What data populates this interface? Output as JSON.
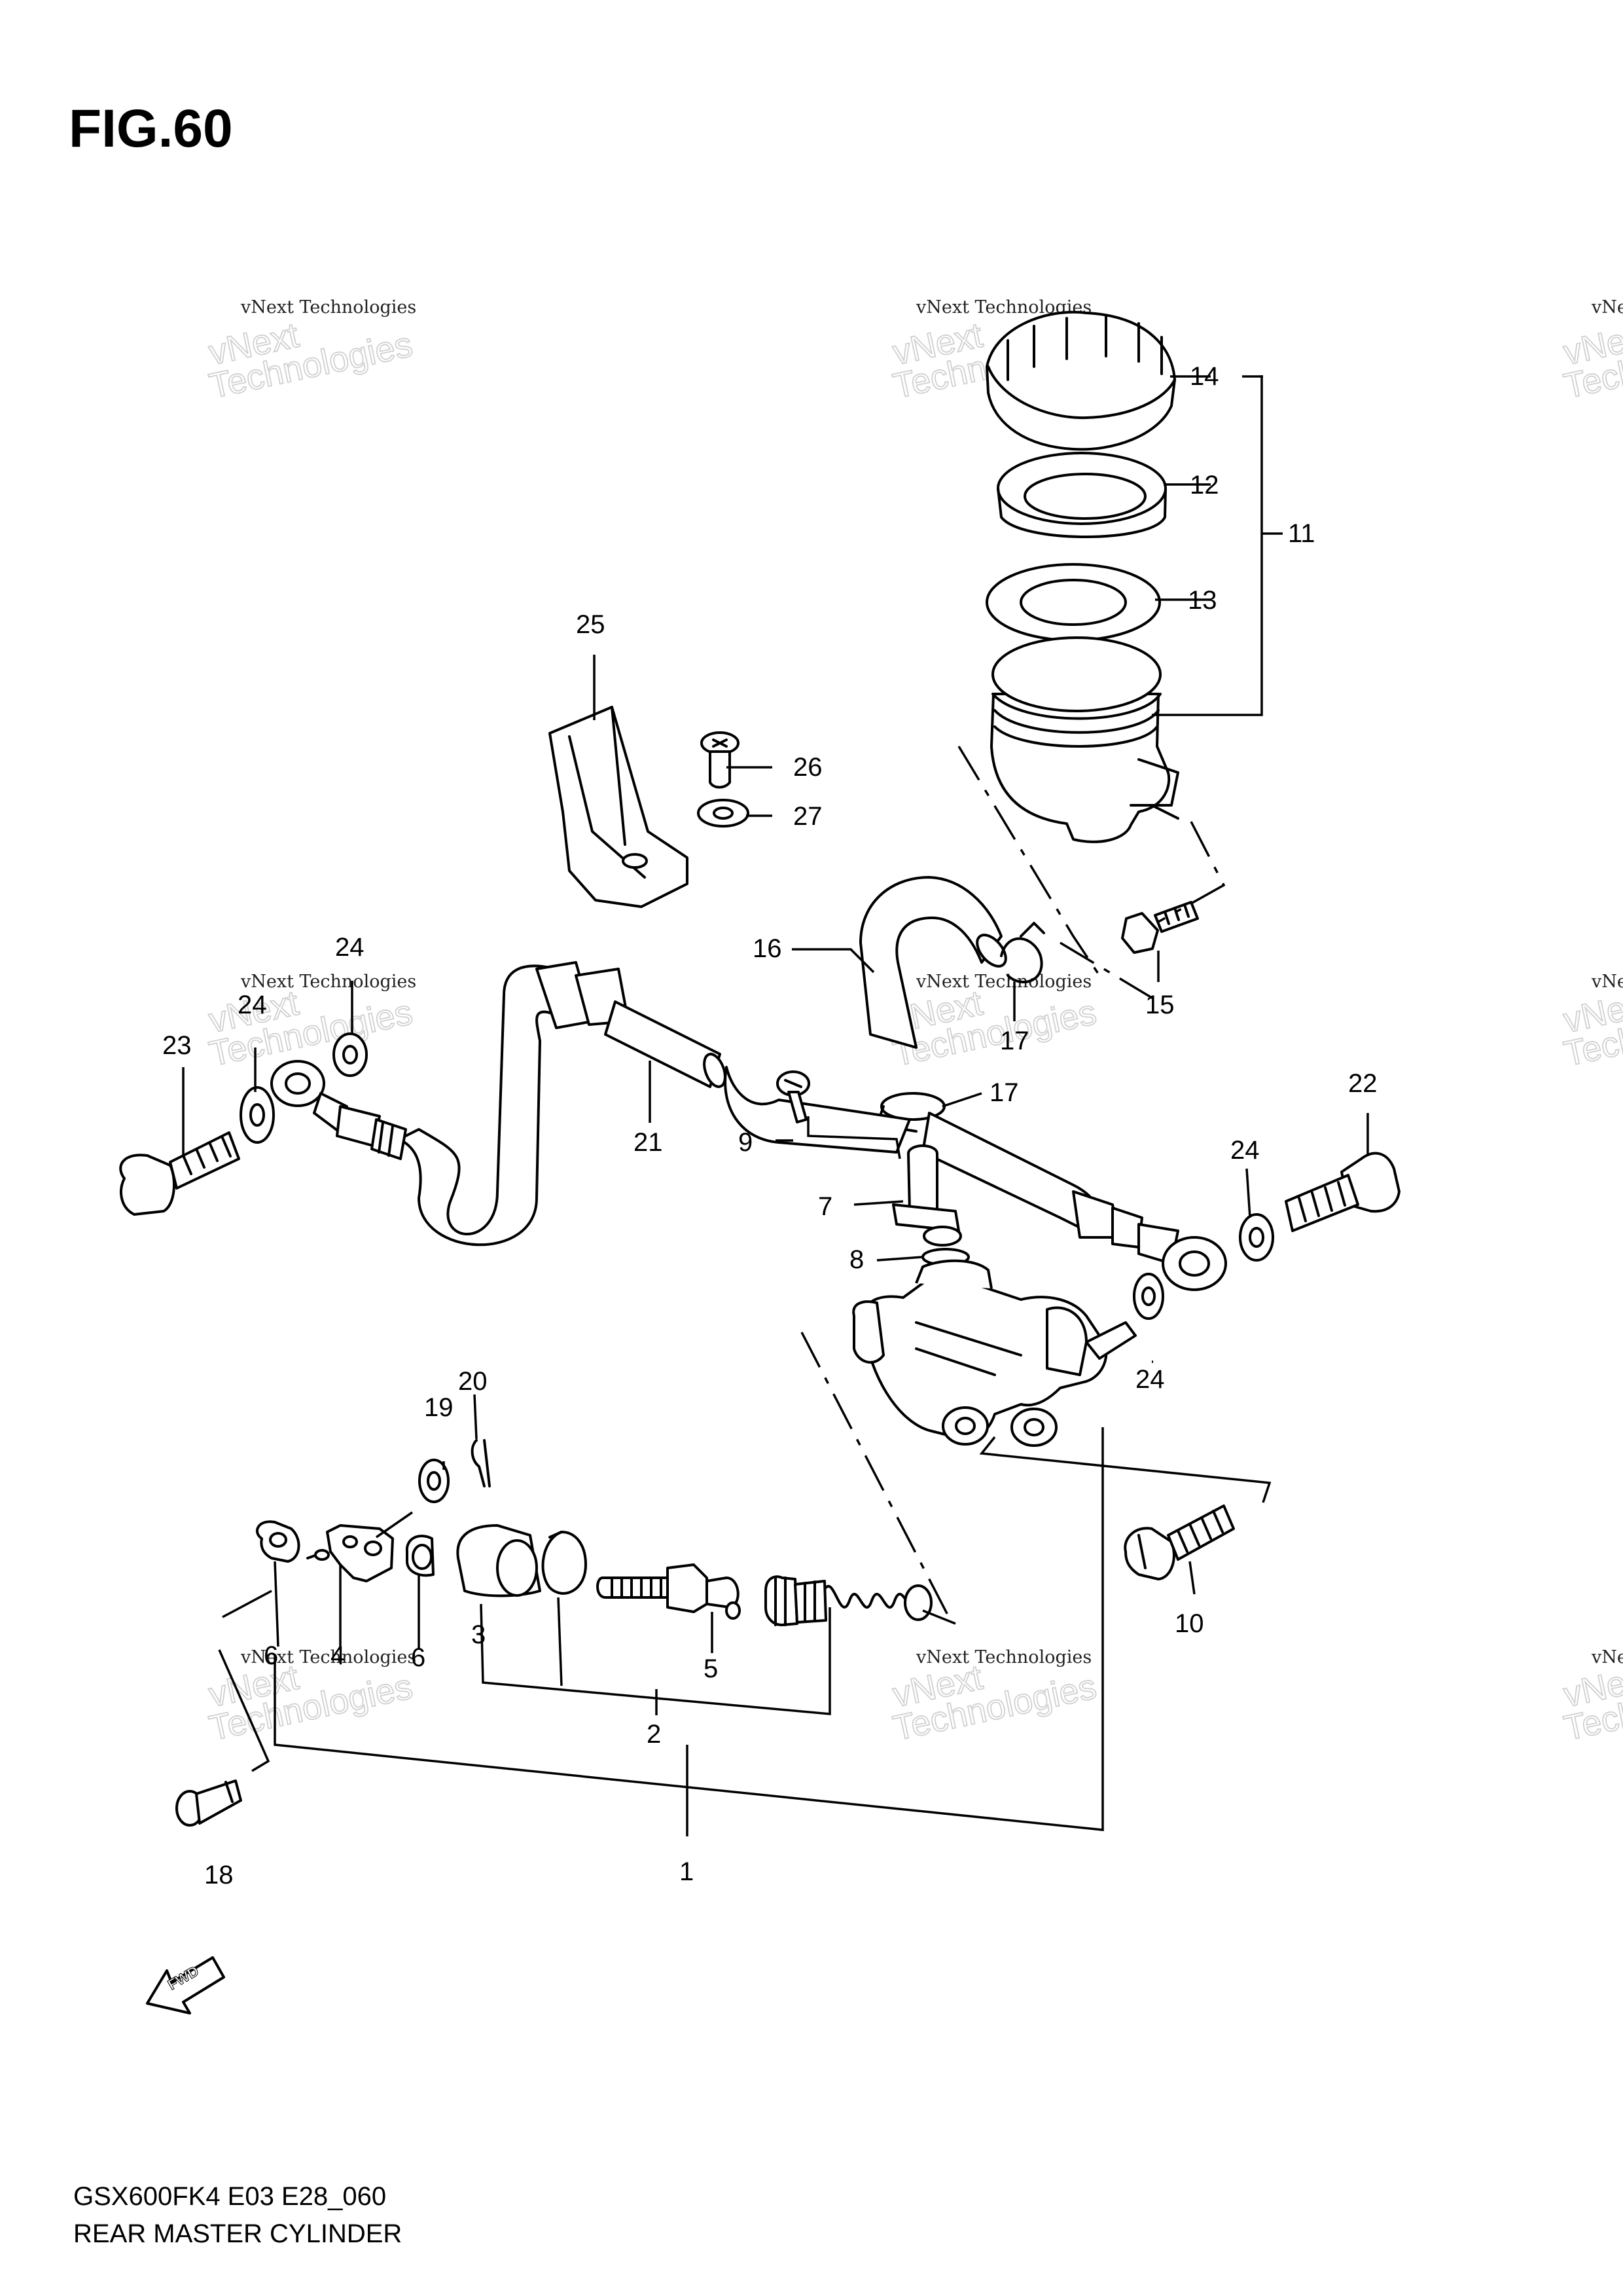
{
  "figure": {
    "title": "FIG.60",
    "code": "GSX600FK4 E03 E28_060",
    "name": "REAR MASTER CYLINDER"
  },
  "watermark": {
    "line1": "vNext Technologies",
    "line2": "vNext",
    "line3": "Technologies"
  },
  "fwd_label": "FWD",
  "callouts": [
    "1",
    "2",
    "3",
    "4",
    "5",
    "6",
    "6",
    "7",
    "8",
    "9",
    "10",
    "11",
    "12",
    "13",
    "14",
    "15",
    "16",
    "17",
    "17",
    "18",
    "19",
    "20",
    "21",
    "22",
    "23",
    "24",
    "24",
    "24",
    "24",
    "25",
    "26",
    "27"
  ]
}
